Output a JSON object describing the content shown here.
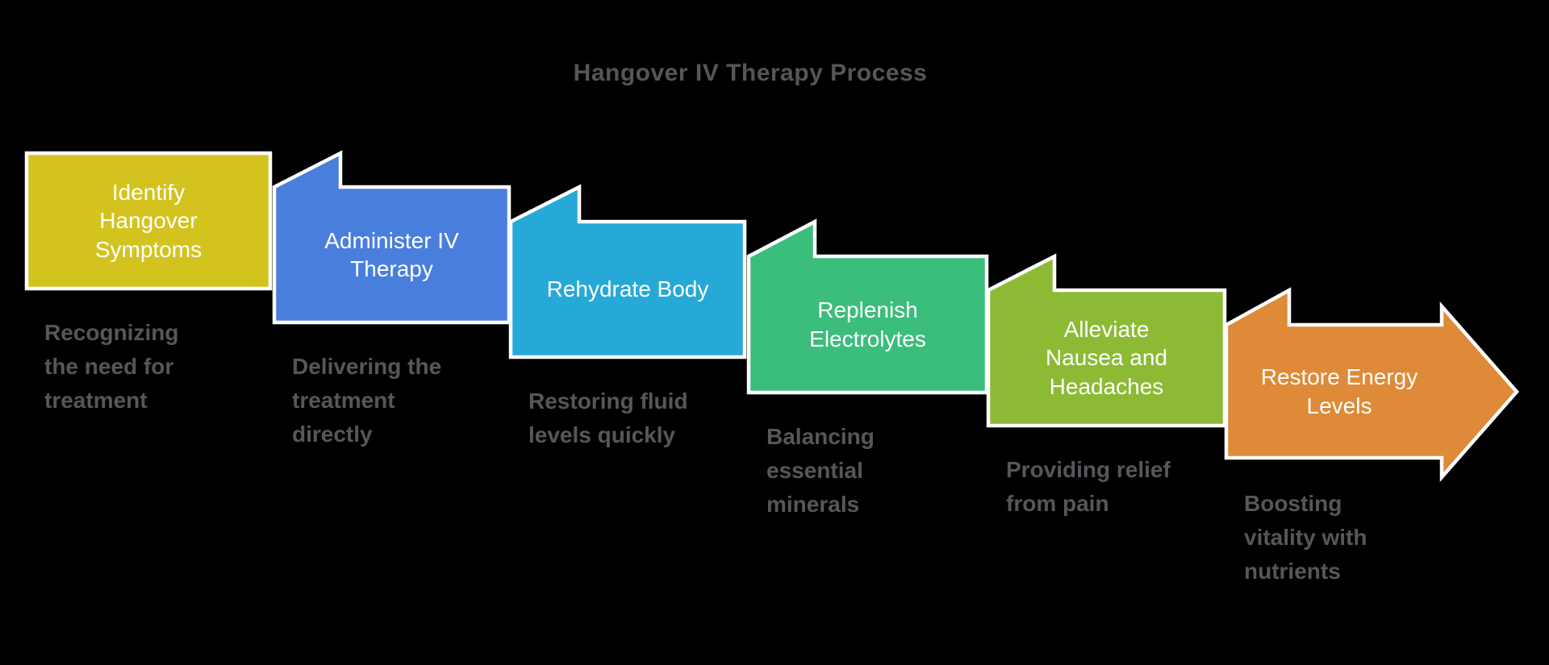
{
  "title": "Hangover IV Therapy Process",
  "colors": {
    "background": "#000000",
    "border": "#ffffff",
    "title_text": "#55565a",
    "caption_text": "#56575b",
    "label_text": "#ffffff"
  },
  "steps": [
    {
      "label": "Identify\nHangover\nSymptoms",
      "caption": "Recognizing\nthe need for\ntreatment",
      "color": "#d4c31f"
    },
    {
      "label": "Administer IV\nTherapy",
      "caption": "Delivering the\ntreatment\ndirectly",
      "color": "#4a7edd"
    },
    {
      "label": "Rehydrate Body",
      "caption": "Restoring fluid\nlevels quickly",
      "color": "#27a9d8"
    },
    {
      "label": "Replenish\nElectrolytes",
      "caption": "Balancing\nessential\nminerals",
      "color": "#3bbd7c"
    },
    {
      "label": "Alleviate\nNausea and\nHeadaches",
      "caption": "Providing relief\nfrom pain",
      "color": "#8dba35"
    },
    {
      "label": "Restore Energy\nLevels",
      "caption": "Boosting\nvitality with\nnutrients",
      "color": "#df8a38"
    }
  ]
}
